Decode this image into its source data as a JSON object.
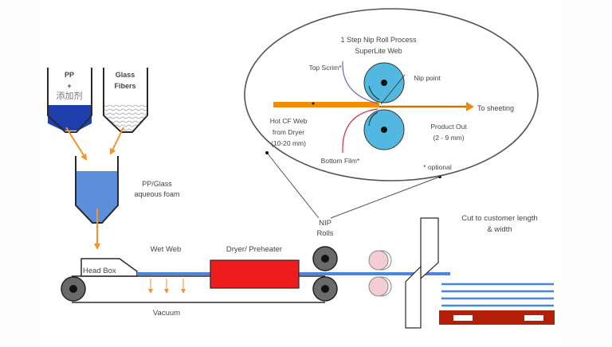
{
  "colors": {
    "web_orange": "#f28c00",
    "arrow_orange": "#f5922a",
    "roll_blue": "#52b8e0",
    "pp_fill": "#1f3fae",
    "foam_fill": "#5b8fdc",
    "web_blue": "#4a86dd",
    "dryer_red": "#ee1c1c",
    "pallet_red": "#b31e06",
    "top_scrim": "#7a5cc8",
    "bottom_film": "#e0284a",
    "pink_roll": "#f4cdd2",
    "roll_grey": "#6a6a6a"
  },
  "hoppers": {
    "pp": {
      "line1": "PP",
      "line2": "+",
      "line3": "添加剂"
    },
    "glass": {
      "line1": "Glass",
      "line2": "Fibers"
    },
    "foam": {
      "line1": "PP/Glass",
      "line2": "aqueous foam"
    }
  },
  "conveyor": {
    "head_box": "Head Box",
    "wet_web": "Wet  Web",
    "dryer": "Dryer/ Preheater",
    "vacuum": "Vacuum"
  },
  "nip": {
    "label_line1": "NIP",
    "label_line2": "Rolls"
  },
  "cutting": {
    "line1": "Cut to customer length",
    "line2": "&  width"
  },
  "detail": {
    "title_line1": "1 Step Nip Roll Process",
    "title_line2": "SuperLite Web",
    "top_scrim": "Top Scrim*",
    "nip_point": "Nip point",
    "to_sheeting": "To sheeting",
    "input_line1": "Hot CF Web",
    "input_line2": "from Dryer",
    "input_line3": "(10-20 mm)",
    "output_line1": "Product Out",
    "output_line2": "(2 - 9 mm)",
    "bottom_film": "Bottom Film*",
    "optional": "* optional"
  }
}
